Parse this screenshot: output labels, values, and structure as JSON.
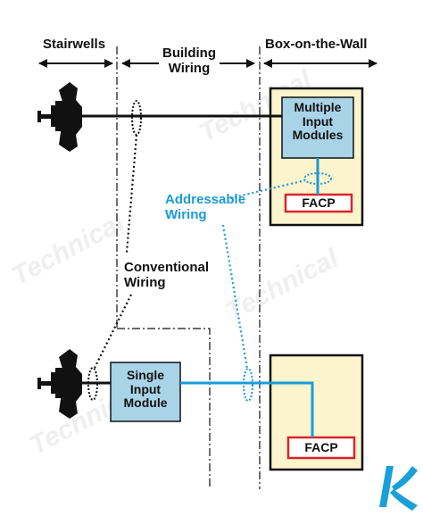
{
  "headers": {
    "stairwells": "Stairwells",
    "building_wiring_line1": "Building",
    "building_wiring_line2": "Wiring",
    "box_on_the_wall": "Box-on-the-Wall"
  },
  "modules": {
    "multiple_line1": "Multiple",
    "multiple_line2": "Input",
    "multiple_line3": "Modules",
    "single_line1": "Single",
    "single_line2": "Input",
    "single_line3": "Module"
  },
  "panels": {
    "facp_top": "FACP",
    "facp_bottom": "FACP"
  },
  "annotations": {
    "addressable_line1": "Addressable",
    "addressable_line2": "Wiring",
    "conventional_line1": "Conventional",
    "conventional_line2": "Wiring"
  },
  "colors": {
    "addressable_blue": "#1b9bd7",
    "module_fill": "#a9d3e6",
    "panel_fill": "#fbf4cd",
    "facp_border": "#d8262b",
    "logo_blue": "#1aa0d8"
  }
}
